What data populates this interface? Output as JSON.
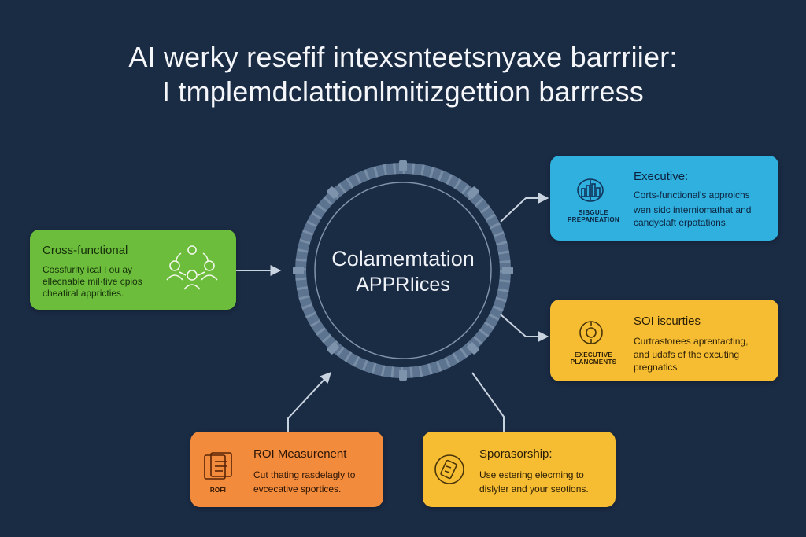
{
  "title": {
    "line1": "AI werky resefif intexsnteetsnyaxe barrriier:",
    "line2": "I tmplemdclattionlmitizgettion barrress"
  },
  "hub": {
    "line1": "Colamemtation",
    "line2": "APPRIices"
  },
  "cards": {
    "cross_functional": {
      "heading": "Cross-functional",
      "lines": [
        "Cossfurity ical I ou ay",
        "ellecnable mil·tive cpios",
        "cheatiral appricties."
      ]
    },
    "executive": {
      "heading": "Executive:",
      "lines": [
        "Corts-functional's approichs",
        "wen sidc interniomathat and",
        "candyclaft erpatations."
      ],
      "icon_caption": [
        "SIBGULE",
        "PREPANEATION"
      ]
    },
    "soi": {
      "heading": "SOI iscurties",
      "lines": [
        "Curtrastorees aprentacting,",
        "and udafs of the excuting",
        "pregnatics"
      ],
      "icon_caption": [
        "EXECUTIVE",
        "PLANCMENTS"
      ]
    },
    "roi": {
      "heading": "ROI Measurenent",
      "lines": [
        "Cut thating rasdelagly to",
        "evcecative sportices."
      ],
      "icon_caption": [
        "ROFI"
      ]
    },
    "sponsorship": {
      "heading": "Sporasorship:",
      "lines": [
        "Use estering elecrning to",
        "dislyler and your seotions."
      ]
    }
  },
  "colors": {
    "background": "#1a2b44",
    "ring": "#5d7490",
    "green": "#6cbd3b",
    "blue": "#2fb0de",
    "yellow": "#f6bd33",
    "orange": "#f28b3b"
  },
  "icons": {
    "cross_functional": "team-network-icon",
    "executive": "brain-chart-icon",
    "soi": "target-icon",
    "roi": "report-document-icon",
    "sponsorship": "handshake-tag-icon"
  }
}
